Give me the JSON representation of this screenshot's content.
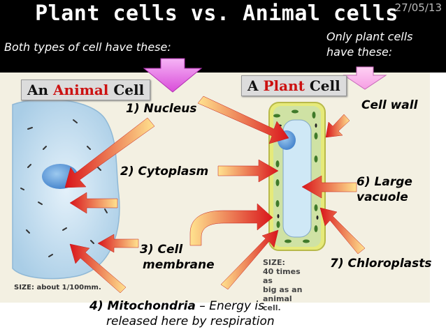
{
  "header": {
    "title": "Plant cells vs. Animal cells",
    "date": "27/05/13",
    "both_text": "Both types of cell have these:",
    "only_text_1": "Only plant cells",
    "only_text_2": "have these:"
  },
  "banners": {
    "animal_a": "An ",
    "animal_b": "Animal",
    "animal_c": " Cell",
    "plant_a": "A ",
    "plant_b": "Plant",
    "plant_c": " Cell"
  },
  "sizes": {
    "animal": "SIZE: about 1/100mm.",
    "plant_1": "SIZE:",
    "plant_2": "40 times as",
    "plant_3": "big as an",
    "plant_4": "animal cell."
  },
  "labels": {
    "nucleus": "1) Nucleus",
    "cytoplasm": "2) Cytoplasm",
    "membrane_1": "3) Cell",
    "membrane_2": "membrane",
    "mito_bold": "4) Mitochondria",
    "mito_rest": " – Energy is",
    "mito_line2": "released here by respiration",
    "cell_wall": "Cell wall",
    "vacuole_1": "6)  Large",
    "vacuole_2": "vacuole",
    "chloroplasts": "7) Chloroplasts"
  },
  "colors": {
    "arrow_dark": "#d9151b",
    "arrow_light": "#ffe08a",
    "header_arrow": "#ee66ee",
    "cell_wall": "#e6ea7a",
    "cytoplasm_green": "#cfe2a4",
    "vacuole": "#cfe8f6",
    "animal_cell": "#cfe4f2"
  }
}
